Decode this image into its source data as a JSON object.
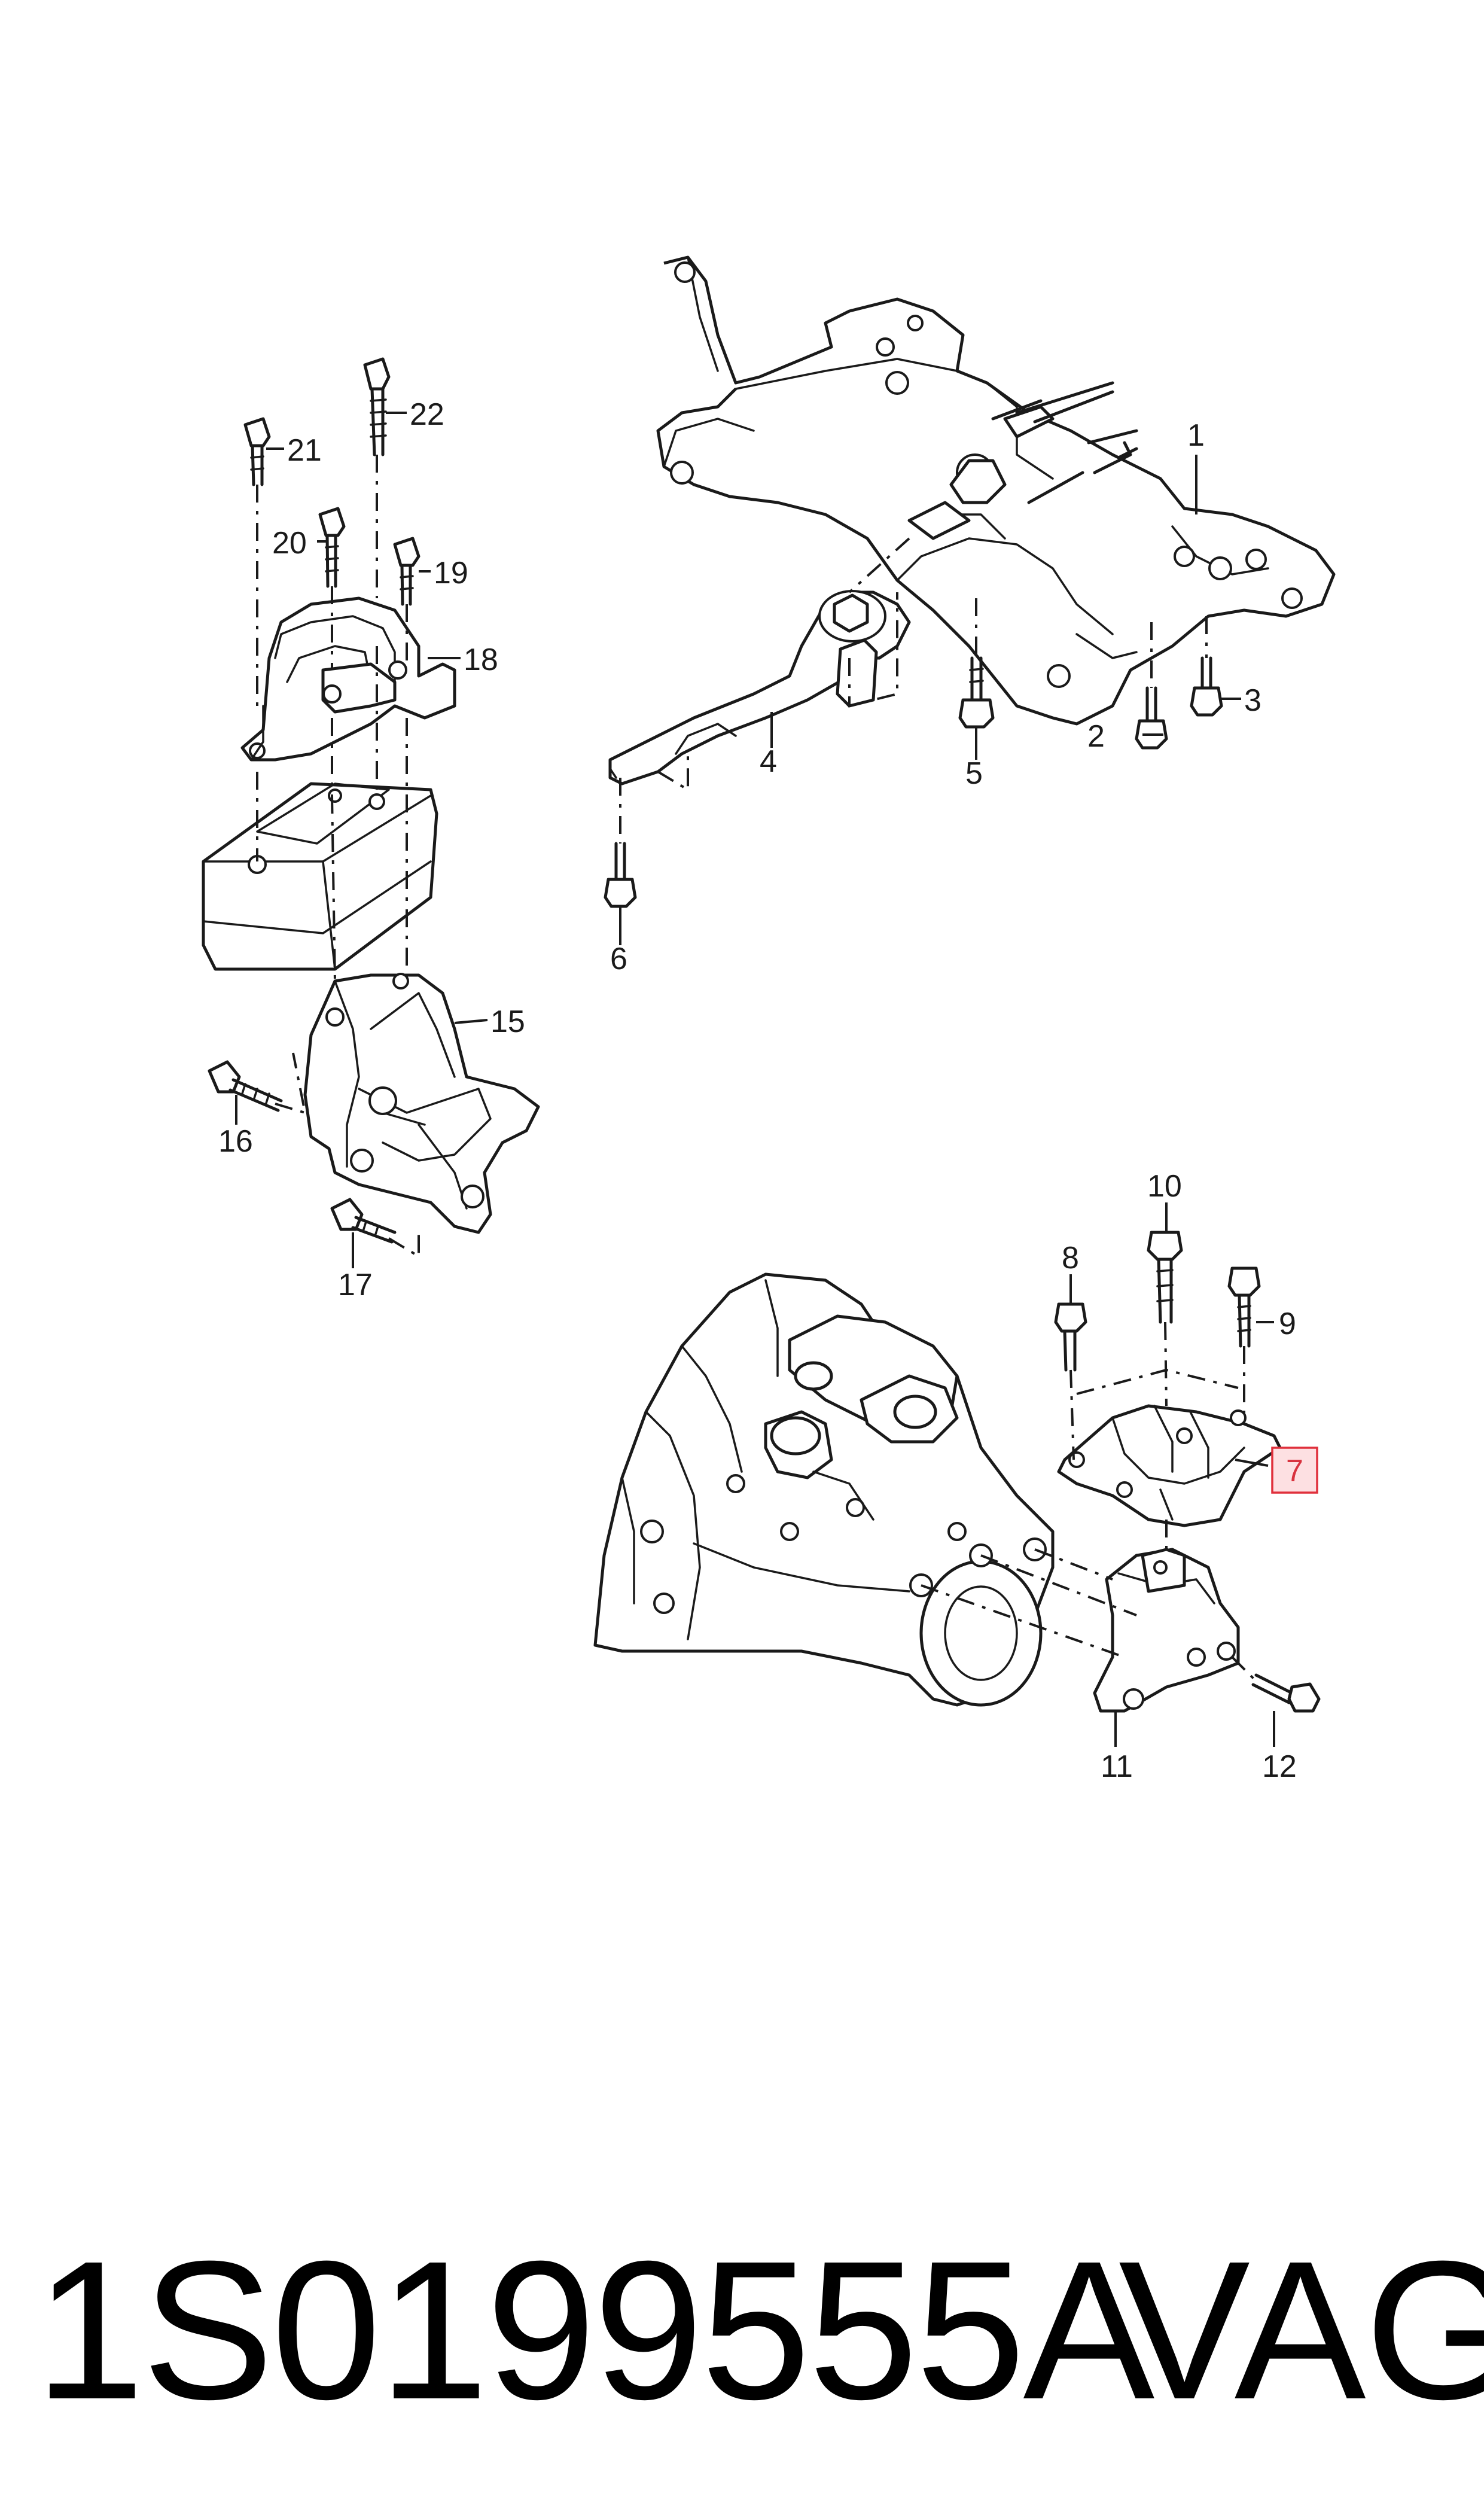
{
  "callouts": {
    "c1": "1",
    "c2": "2",
    "c3": "3",
    "c4": "4",
    "c5": "5",
    "c6": "6",
    "c7": "7",
    "c8": "8",
    "c9": "9",
    "c10": "10",
    "c11": "11",
    "c12": "12",
    "c15": "15",
    "c16": "16",
    "c17": "17",
    "c18": "18",
    "c19": "19",
    "c20": "20",
    "c21": "21",
    "c22": "22"
  },
  "highlighted_part": "7",
  "highlight_color": "#e0303c",
  "footer": {
    "part_number": "1S0199555A",
    "brand": "VAG"
  }
}
